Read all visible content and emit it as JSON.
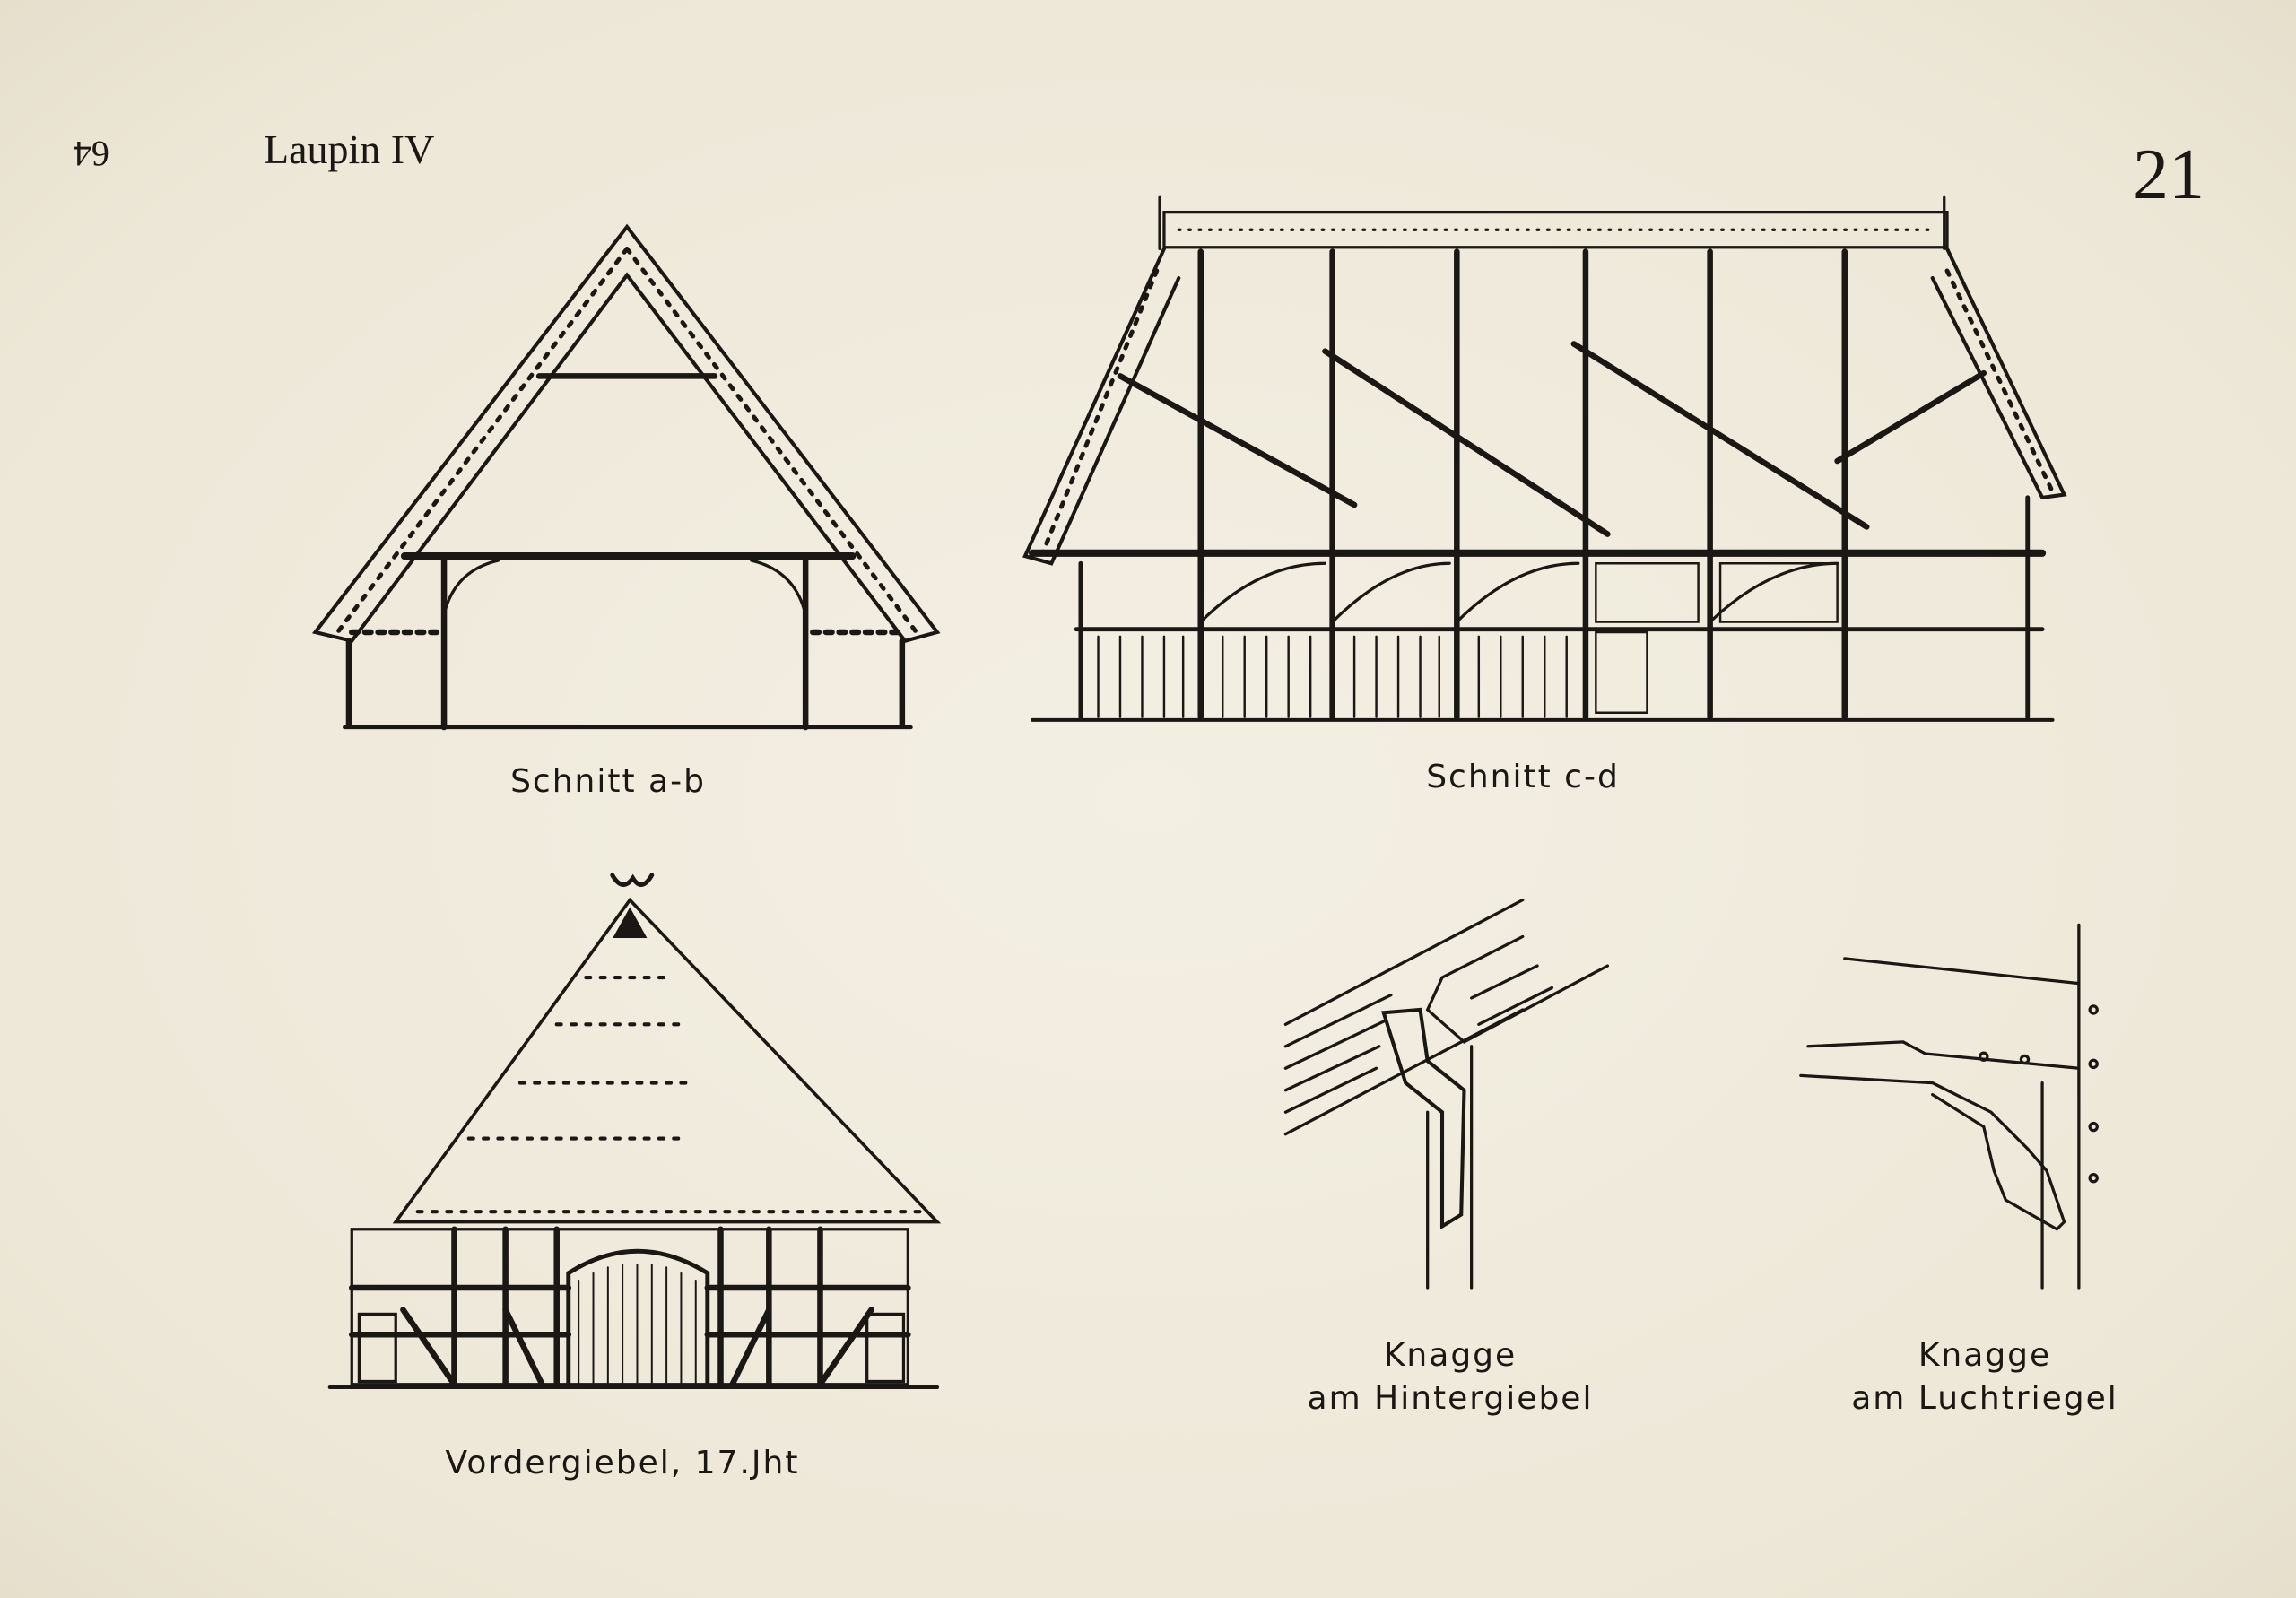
{
  "header": {
    "page_number": "64",
    "running_head": "Laupin IV",
    "plate_number": "21"
  },
  "figures": [
    {
      "id": "schnitt-a-b",
      "caption": "Schnitt a-b"
    },
    {
      "id": "schnitt-c-d",
      "caption": "Schnitt c-d"
    },
    {
      "id": "vordergiebel",
      "caption": "Vordergiebel, 17.Jht"
    },
    {
      "id": "knagge-hintergiebel",
      "caption_line1": "Knagge",
      "caption_line2": "am Hintergiebel"
    },
    {
      "id": "knagge-luchtriegel",
      "caption_line1": "Knagge",
      "caption_line2": "am Luchtriegel"
    }
  ],
  "colors": {
    "paper": "#f0ebdd",
    "ink": "#1a1714"
  }
}
